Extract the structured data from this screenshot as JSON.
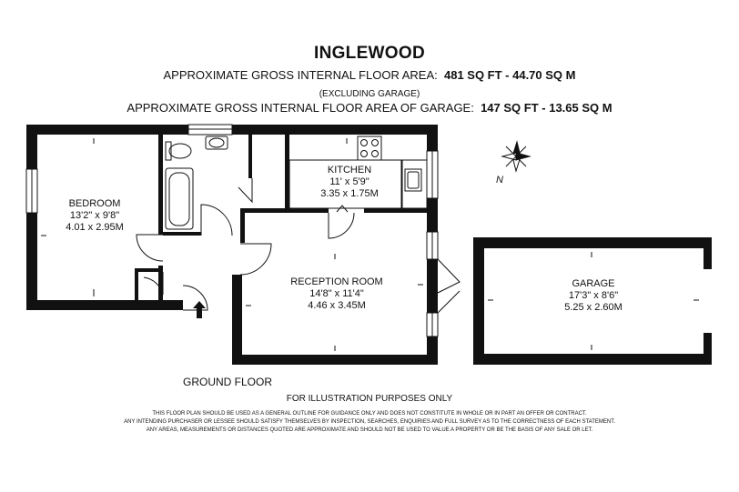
{
  "header": {
    "title": "INGLEWOOD",
    "area_label": "APPROXIMATE GROSS INTERNAL FLOOR AREA:",
    "area_value": "481 SQ FT  -  44.70 SQ M",
    "excluding_note": "(EXCLUDING GARAGE)",
    "garage_area_label": "APPROXIMATE GROSS INTERNAL FLOOR AREA OF GARAGE:",
    "garage_area_value": "147 SQ FT  - 13.65 SQ M"
  },
  "rooms": {
    "bedroom": {
      "name": "BEDROOM",
      "imperial": "13'2\" x 9'8\"",
      "metric": "4.01 x 2.95M"
    },
    "kitchen": {
      "name": "KITCHEN",
      "imperial": "11' x 5'9\"",
      "metric": "3.35 x 1.75M"
    },
    "reception": {
      "name": "RECEPTION ROOM",
      "imperial": "14'8\" x 11'4\"",
      "metric": "4.46 x 3.45M"
    },
    "garage": {
      "name": "GARAGE",
      "imperial": "17'3\" x 8'6\"",
      "metric": "5.25 x 2.60M"
    }
  },
  "compass": {
    "label": "N"
  },
  "footer": {
    "floor_label": "GROUND FLOOR",
    "illustration_note": "FOR ILLUSTRATION PURPOSES ONLY",
    "disclaimer_1": "THIS FLOOR PLAN SHOULD BE USED AS A GENERAL OUTLINE FOR GUIDANCE ONLY AND DOES NOT CONSTITUTE IN WHOLE OR IN PART AN OFFER OR CONTRACT.",
    "disclaimer_2": "ANY INTENDING PURCHASER OR LESSEE SHOULD SATISFY THEMSELVES BY INSPECTION, SEARCHES, ENQUIRIES AND FULL SURVEY AS TO THE CORRECTNESS OF EACH STATEMENT.",
    "disclaimer_3": "ANY AREAS, MEASUREMENTS OR DISTANCES QUOTED ARE APPROXIMATE AND SHOULD NOT BE USED TO VALUE A PROPERTY OR BE THE BASIS OF ANY SALE OR LET."
  }
}
